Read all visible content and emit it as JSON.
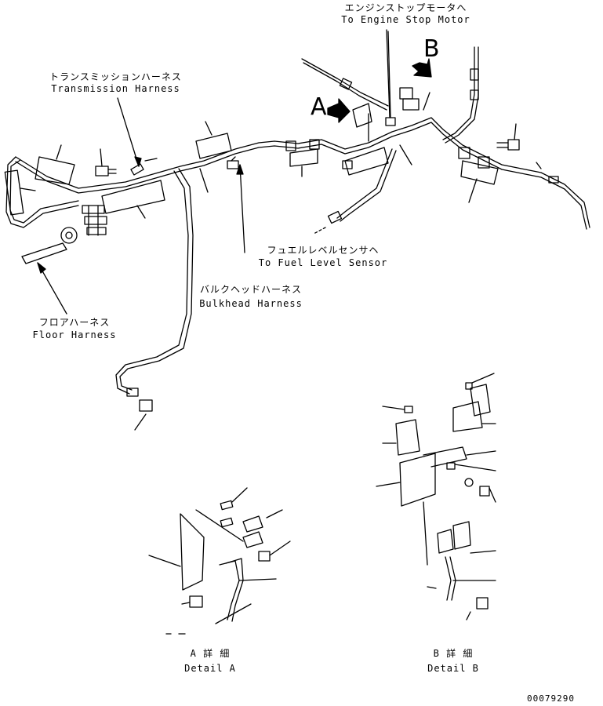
{
  "callouts": {
    "engine_stop_jp": "エンジンストップモータへ",
    "engine_stop_en": "To Engine Stop Motor",
    "transmission_jp": "トランスミッションハーネス",
    "transmission_en": "Transmission Harness",
    "fuel_level_jp": "フュエルレベルセンサヘ",
    "fuel_level_en": "To Fuel Level Sensor",
    "bulkhead_jp": "バルクヘッドハーネス",
    "bulkhead_en": "Bulkhead Harness",
    "floor_jp": "フロアハーネス",
    "floor_en": "Floor Harness"
  },
  "view_markers": {
    "a": "A",
    "b": "B"
  },
  "details": {
    "a_jp": "A 詳 細",
    "a_en": "Detail A",
    "b_jp": "B 詳 細",
    "b_en": "Detail B"
  },
  "drawing_number": "00079290"
}
